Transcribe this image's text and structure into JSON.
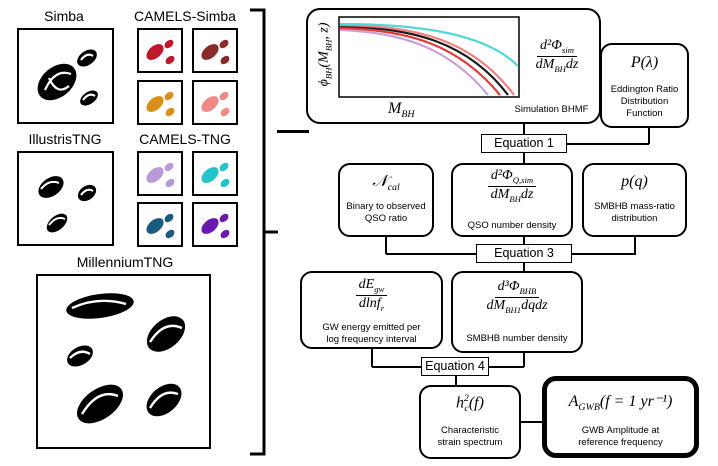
{
  "left_panel": {
    "sims": [
      {
        "label": "Simba"
      },
      {
        "label": "CAMELS-Simba"
      },
      {
        "label": "IllustrisTNG"
      },
      {
        "label": "CAMELS-TNG"
      },
      {
        "label": "MillenniumTNG"
      }
    ],
    "colors": {
      "camels_simba": [
        "#c0182b",
        "#8a2a2a",
        "#d9901a",
        "#f08a86"
      ],
      "camels_tng": [
        "#b89ad6",
        "#22c3c9",
        "#1a5a7e",
        "#6a1ab0"
      ]
    }
  },
  "bhmf_box": {
    "y_axis_label": "ϕ",
    "y_axis_sub": "BH",
    "y_axis_args": "(M",
    "y_axis_args_sub": "BH",
    "y_axis_args_end": ", z)",
    "x_axis_label": "M",
    "x_axis_sub": "BH",
    "frac_num": "d²Φ",
    "frac_num_sub": "sim",
    "frac_den": "dM",
    "frac_den_sub": "BH",
    "frac_den_end": "dz",
    "caption": "Simulation BHMF",
    "curve_colors": [
      "#c9a0d8",
      "#e23a3a",
      "#1a1a1a",
      "#f08080",
      "#56d6d6"
    ]
  },
  "p_lambda_box": {
    "math": "P(λ)",
    "caption_lines": [
      "Eddington Ratio",
      "Distribution",
      "Function"
    ]
  },
  "equation1": {
    "label": "Equation 1"
  },
  "ncal_box": {
    "math": "𝒩",
    "math_sub": "cal",
    "caption_lines": [
      "Binary to observed",
      "QSO ratio"
    ]
  },
  "qso_box": {
    "num": "d²Φ",
    "num_sub": "Q,sim",
    "den": "dM",
    "den_sub": "BH",
    "den_end": "dz",
    "caption": "QSO number density"
  },
  "pq_box": {
    "math": "p(q)",
    "caption_lines": [
      "SMBHB mass-ratio",
      "distribution"
    ]
  },
  "equation3": {
    "label": "Equation 3"
  },
  "gw_energy_box": {
    "num": "dE",
    "num_sub": "gw",
    "den": "dlnf",
    "den_sub": "r",
    "caption_lines": [
      "GW energy emitted per",
      "log frequency interval"
    ]
  },
  "smbhb_box": {
    "num": "d³Φ",
    "num_sub": "BHB",
    "den": "dM",
    "den_sub": "BH1",
    "den_end": "dqdz",
    "caption": "SMBHB number density"
  },
  "equation4": {
    "label": "Equation 4"
  },
  "strain_box": {
    "math": "h",
    "math_sub": "c",
    "math_sup": "2",
    "math_end": "(f)",
    "caption_lines": [
      "Characteristic",
      "strain spectrum"
    ]
  },
  "agwb_box": {
    "math": "A",
    "math_sub": "GWB",
    "math_end": "(f = 1 yr⁻¹)",
    "caption_lines": [
      "GWB Amplitude at",
      "reference frequency"
    ]
  }
}
